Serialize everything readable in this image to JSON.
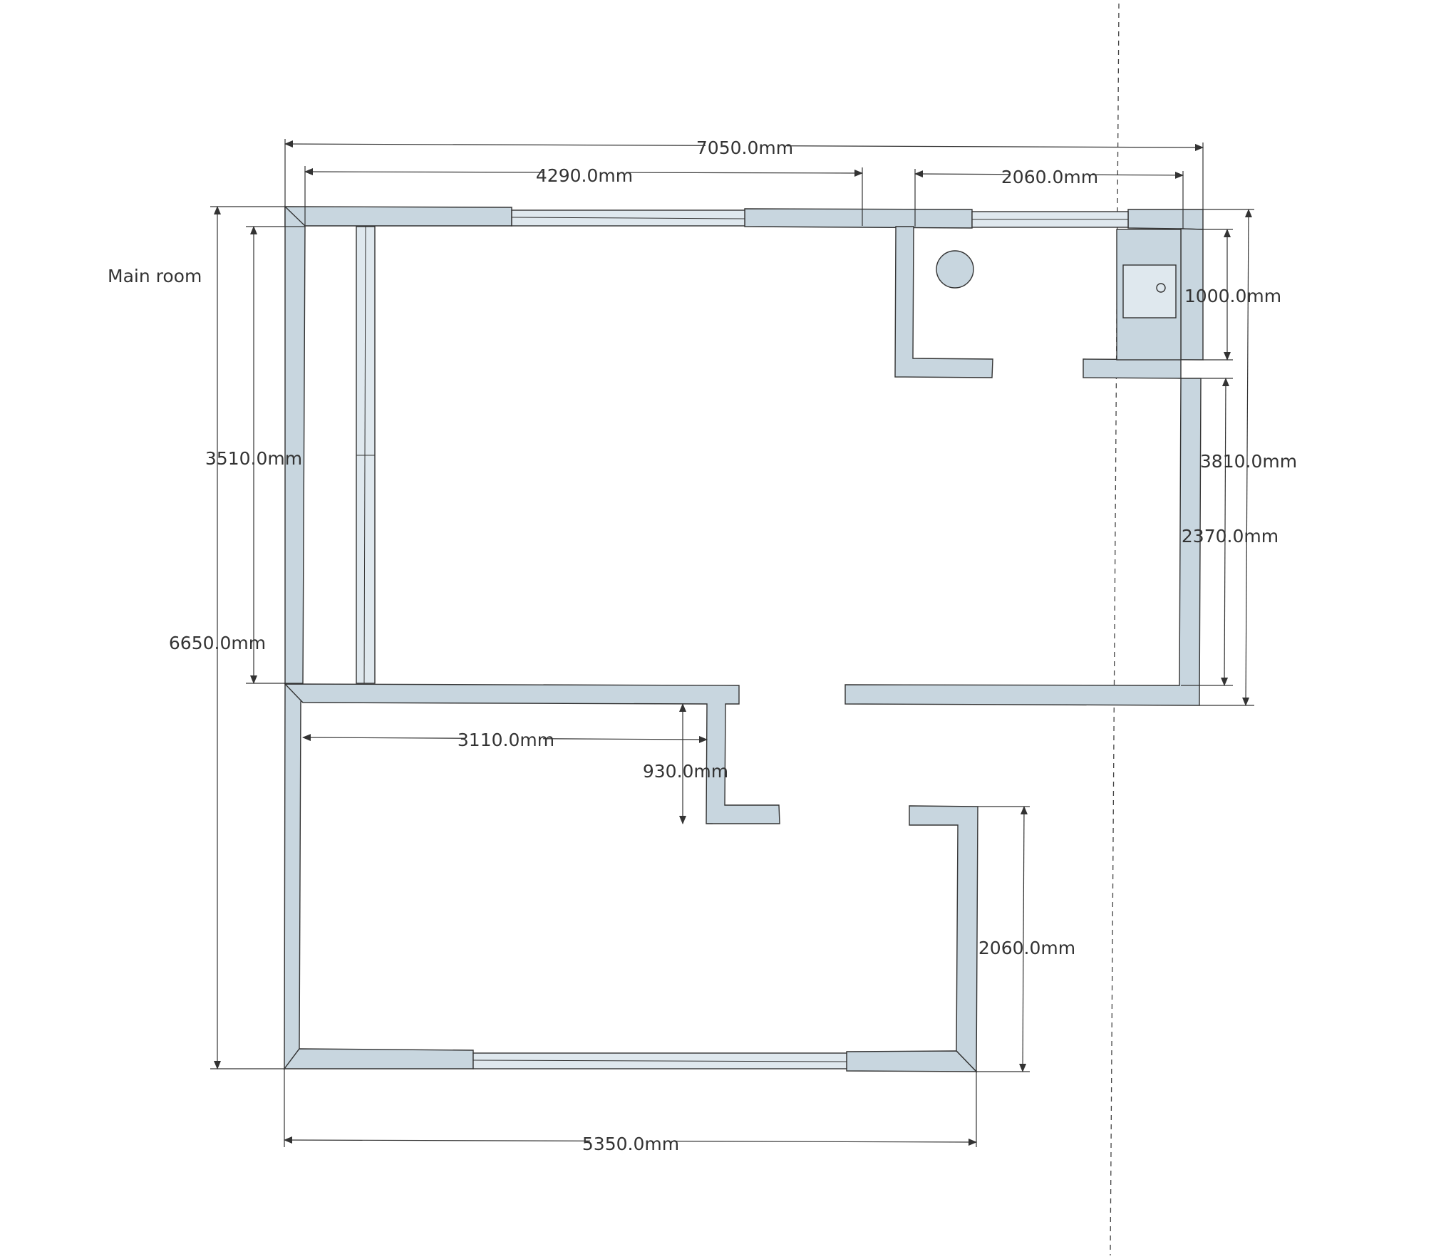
{
  "room_label": "Main room",
  "colors": {
    "wall_fill": "#c8d6df",
    "wall_stroke": "#333333",
    "dimension": "#333333",
    "background": "#ffffff"
  },
  "dimensions": {
    "top_total": "7050.0mm",
    "top_left": "4290.0mm",
    "top_right": "2060.0mm",
    "left_total": "6650.0mm",
    "left_upper": "3510.0mm",
    "right_total": "3810.0mm",
    "right_bath": "1000.0mm",
    "right_lower": "2370.0mm",
    "inner_width": "3110.0mm",
    "inner_stub": "930.0mm",
    "lower_right": "2060.0mm",
    "bottom_total": "5350.0mm"
  }
}
